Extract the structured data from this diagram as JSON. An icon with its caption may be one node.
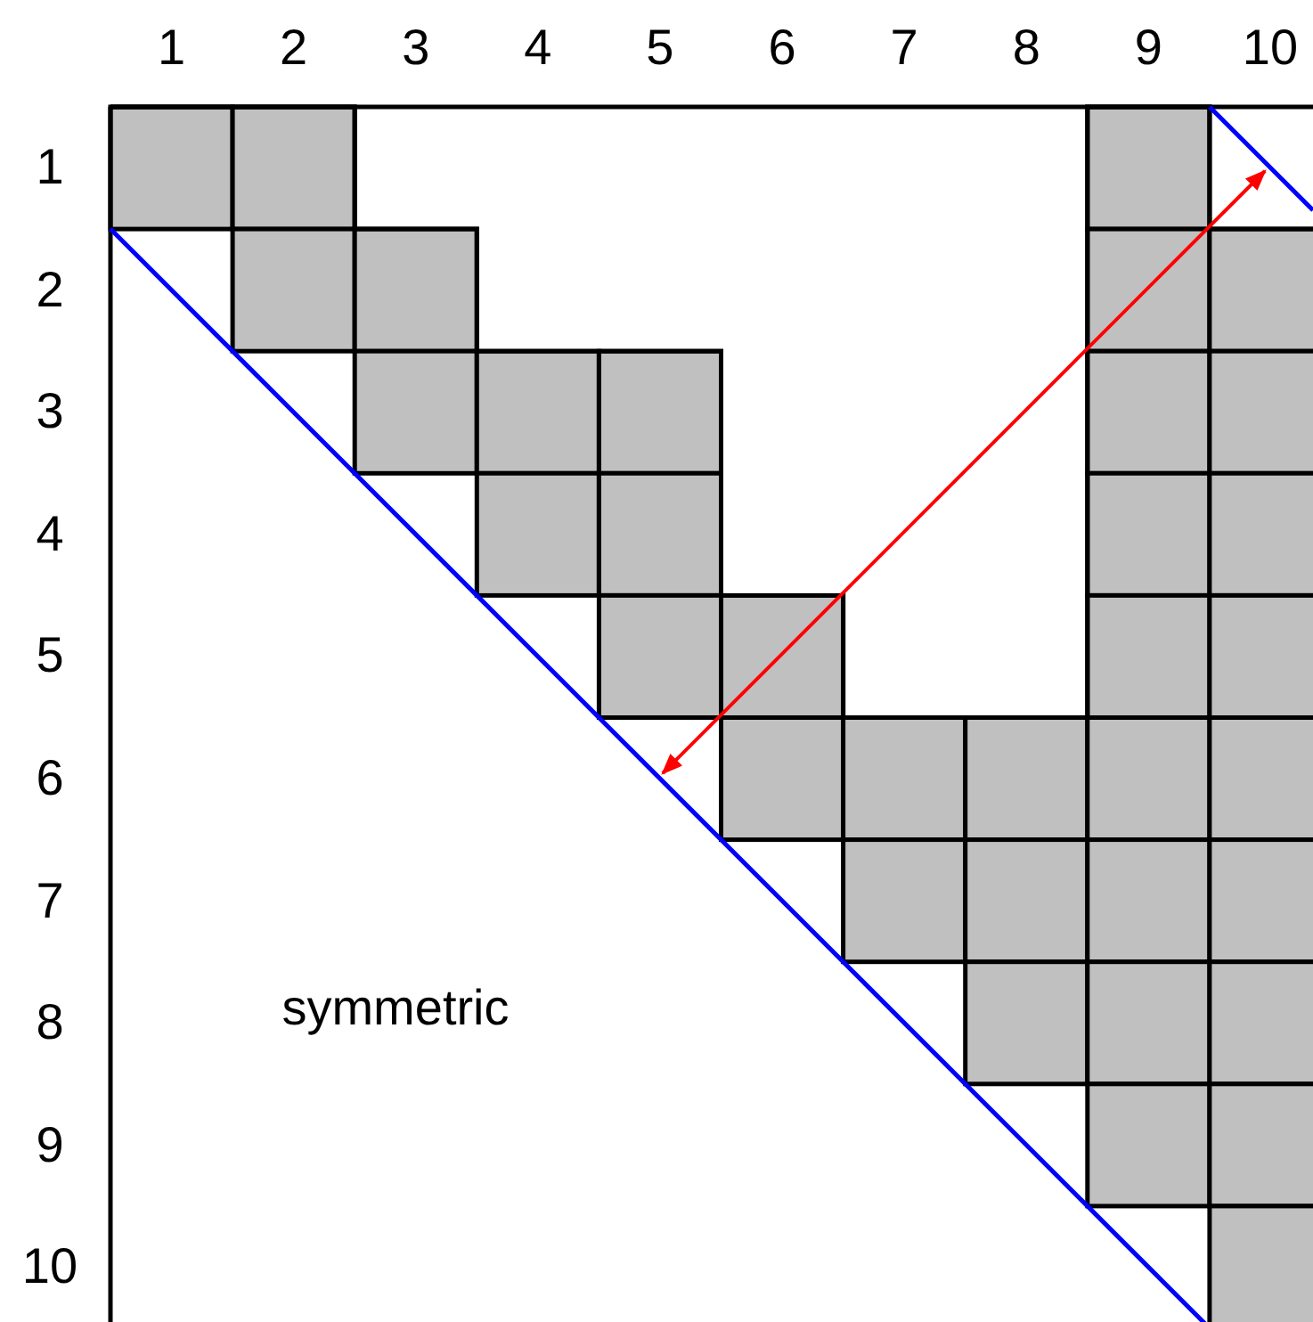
{
  "diagram": {
    "labels": [
      "1",
      "2",
      "3",
      "4",
      "5",
      "6",
      "7",
      "8",
      "9",
      "10",
      "1",
      "2",
      "3",
      "4",
      "5",
      "6",
      "7",
      "8",
      "9",
      "10",
      "symmetric"
    ]
  }
}
